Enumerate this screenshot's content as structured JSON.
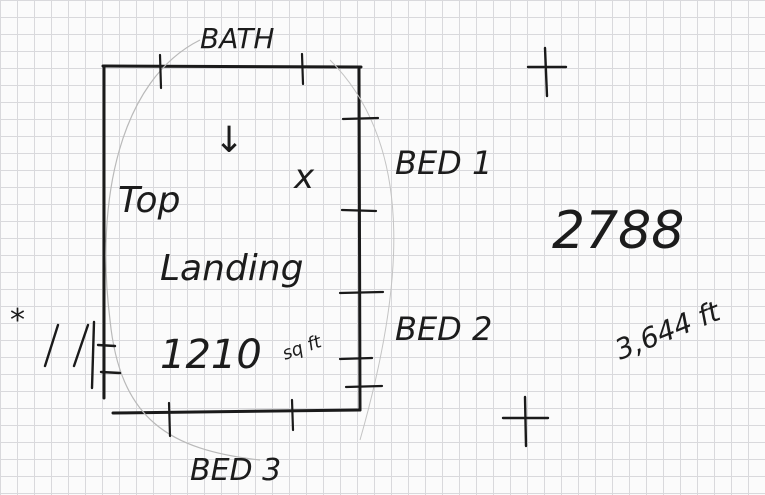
{
  "sketch": {
    "top_label": "BATH",
    "top_left_label": "Top",
    "center_label": "Landing",
    "area_label": "1210",
    "area_units": "sq ft",
    "right_label_1": "BED 1",
    "right_label_2": "BED 2",
    "bottom_label": "BED 3",
    "far_right_number": "2788",
    "slanted_note": "3,644 ft",
    "stair_arrow": "↓",
    "x_mark": "x"
  }
}
